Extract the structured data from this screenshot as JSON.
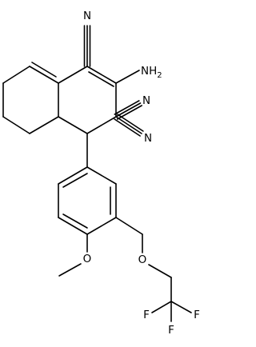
{
  "structure": {
    "labels": {
      "cn1": "N",
      "nh2": "NH2",
      "cn2": "N",
      "cn3": "N",
      "ome": "O",
      "ether": "O",
      "f1": "F",
      "f2": "F",
      "f3": "F"
    }
  },
  "colors": {
    "line": "#000000",
    "background": "#ffffff"
  }
}
